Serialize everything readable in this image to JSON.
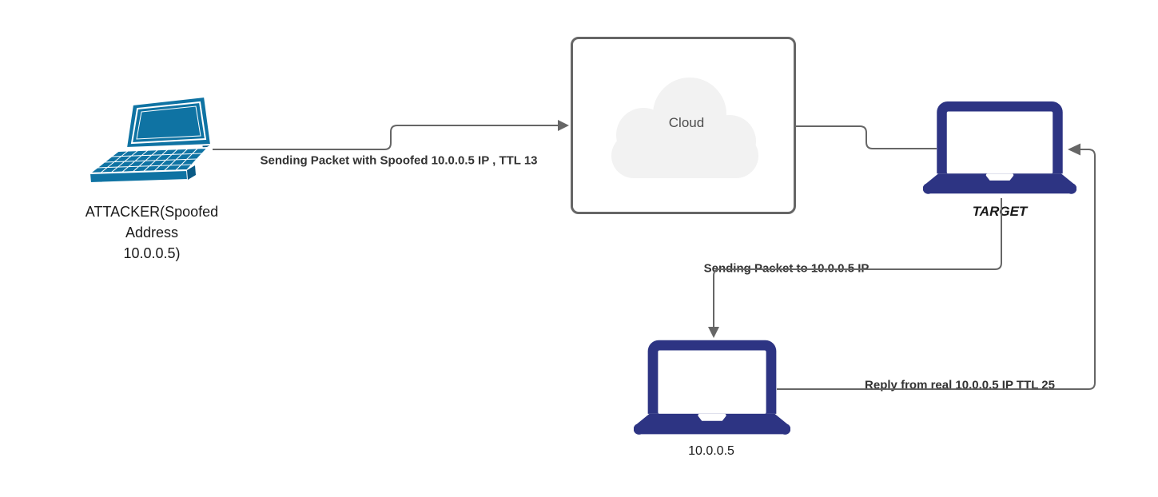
{
  "colors": {
    "line": "#666666",
    "edge_label": "#333333",
    "node_label": "#1a1a1a",
    "cloud_border": "#666666",
    "cloud_fill": "#f2f2f2",
    "cloud_text": "#4d4d4d",
    "attacker_laptop": "#0f73a3",
    "attacker_laptop_dark": "#0a5a85",
    "laptop_navy": "#2d3483"
  },
  "nodes": {
    "attacker": {
      "icon": "laptop-3d-icon",
      "label": "ATTACKER(Spoofed\nAddress\n10.0.0.5)"
    },
    "cloud": {
      "icon": "cloud-icon",
      "label": "Cloud"
    },
    "target": {
      "icon": "laptop-icon",
      "label": "TARGET"
    },
    "real_host": {
      "icon": "laptop-icon",
      "label": "10.0.0.5"
    }
  },
  "edges": {
    "attacker_to_cloud": {
      "label": "Sending Packet with Spoofed 10.0.0.5 IP , TTL 13"
    },
    "cloud_to_target": {
      "label": ""
    },
    "target_to_real_host": {
      "label": "Sending Packet to 10.0.0.5 IP"
    },
    "real_host_to_target": {
      "label": "Reply from real 10.0.0.5 IP TTL 25"
    }
  }
}
